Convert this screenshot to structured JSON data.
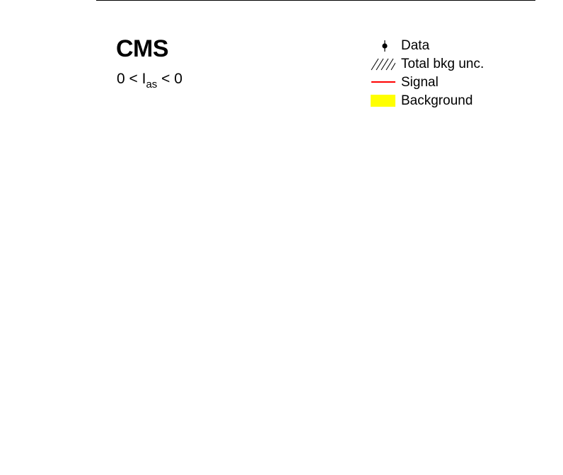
{
  "chart_data": {
    "type": "bar",
    "title": "CMS",
    "subtitle": {
      "prefix": "0 < I",
      "sub": "as",
      "suffix": " < 0"
    },
    "legend": {
      "placement": "top-right",
      "entries": [
        {
          "label": "Data",
          "style": "marker",
          "color": "#000000"
        },
        {
          "label": "Total bkg unc.",
          "style": "hatch",
          "color": "#000000"
        },
        {
          "label": "Signal",
          "style": "line",
          "color": "#ff0000"
        },
        {
          "label": "Background",
          "style": "fill",
          "color": "#ffff00"
        }
      ]
    },
    "series": [
      {
        "name": "Data",
        "values": []
      },
      {
        "name": "Signal",
        "values": []
      },
      {
        "name": "Background",
        "values": []
      }
    ]
  }
}
